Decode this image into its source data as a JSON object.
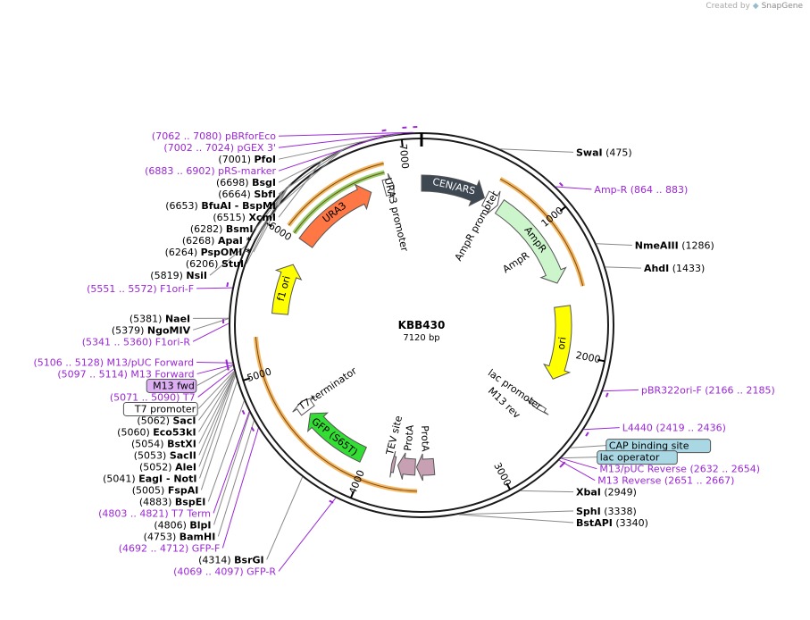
{
  "credit": {
    "prefix": "Created by",
    "brand": "SnapGene"
  },
  "plasmid": {
    "name": "KBB430",
    "size": "7120 bp"
  },
  "colors": {
    "primer": "#9b27d6",
    "ring": "#1a1a1a"
  },
  "ticks": [
    {
      "label": "1000",
      "bp": 1000
    },
    {
      "label": "2000",
      "bp": 2000
    },
    {
      "label": "3000",
      "bp": 3000
    },
    {
      "label": "4000",
      "bp": 4000
    },
    {
      "label": "5000",
      "bp": 5000
    },
    {
      "label": "6000",
      "bp": 6000
    },
    {
      "label": "7000",
      "bp": 7000
    }
  ],
  "features": [
    {
      "name": "CEN/ARS",
      "start": 0,
      "end": 520,
      "color": "#3d4852",
      "text": "#ffffff"
    },
    {
      "name": "AmpR promoter",
      "start": 530,
      "end": 640,
      "color": "#ffffff",
      "text": "#000000"
    },
    {
      "name": "AmpR",
      "start": 660,
      "end": 1440,
      "color": "#ccf5cc",
      "text": "#000000"
    },
    {
      "name": "ori",
      "start": 1630,
      "end": 2220,
      "color": "#ffff00",
      "text": "#000000"
    },
    {
      "name": "lac promoter",
      "start": 2450,
      "end": 2490,
      "color": "#ffffff",
      "text": "#000000"
    },
    {
      "name": "ProtA",
      "start": 3460,
      "end": 3600,
      "color": "#c8a0b4",
      "text": "#000000"
    },
    {
      "name": "ProtA",
      "start": 3610,
      "end": 3750,
      "color": "#c8a0b4",
      "text": "#000000"
    },
    {
      "name": "TEV site",
      "start": 3775,
      "end": 3800,
      "color": "#c8a0b4",
      "text": "#000000"
    },
    {
      "name": "GFP (S65T)",
      "start": 4040,
      "end": 4580,
      "color": "#33dd33",
      "text": "#000000"
    },
    {
      "name": "T7 terminator",
      "start": 4610,
      "end": 4700,
      "color": "#ffffff",
      "text": "#000000"
    },
    {
      "name": "f1 ori",
      "start": 5430,
      "end": 5840,
      "color": "#ffff00",
      "text": "#000000"
    },
    {
      "name": "URA3",
      "start": 6040,
      "end": 6710,
      "color": "#ff7744",
      "text": "#000000"
    },
    {
      "name": "URA3 promoter",
      "start": 6820,
      "end": 6900,
      "color": "#ffffff",
      "text": "#000000"
    }
  ],
  "orfs": [
    {
      "start": 560,
      "end": 1510,
      "color": "#f0a030"
    },
    {
      "start": 3590,
      "end": 5260,
      "color": "#f0a030"
    },
    {
      "start": 6050,
      "end": 6850,
      "color": "#6fbf3a"
    },
    {
      "start": 6070,
      "end": 6860,
      "color": "#f0a030"
    }
  ],
  "labels": [
    {
      "pos": "(7002 .. 7024)",
      "name": "pGEX 3'",
      "kind": "primer",
      "bp": 7010
    },
    {
      "pos": "(7001)",
      "name": "PfoI",
      "kind": "enzyme",
      "bp": 7001
    },
    {
      "pos": "(6883 .. 6902)",
      "name": "pRS-marker",
      "kind": "primer",
      "bp": 6892
    },
    {
      "pos": "(6698)",
      "name": "BsgI",
      "kind": "enzyme",
      "bp": 6698
    },
    {
      "pos": "(6664)",
      "name": "SbfI",
      "kind": "enzyme",
      "bp": 6664
    },
    {
      "pos": "(6653)",
      "name": "BfuAI - BspMI",
      "kind": "enzyme",
      "bp": 6653
    },
    {
      "pos": "(6515)",
      "name": "XcmI",
      "kind": "enzyme",
      "bp": 6515
    },
    {
      "pos": "(6282)",
      "name": "BsmI",
      "kind": "enzyme",
      "bp": 6282
    },
    {
      "pos": "(6268)",
      "name": "ApaI *",
      "kind": "enzyme",
      "bp": 6268
    },
    {
      "pos": "(6264)",
      "name": "PspOMI *",
      "kind": "enzyme",
      "bp": 6264
    },
    {
      "pos": "(6206)",
      "name": "StuI",
      "kind": "enzyme",
      "bp": 6206
    },
    {
      "pos": "(5819)",
      "name": "NsiI",
      "kind": "enzyme",
      "bp": 5819
    },
    {
      "pos": "(5551 .. 5572)",
      "name": "F1ori-F",
      "kind": "primer",
      "bp": 5561
    },
    {
      "pos": "(5381)",
      "name": "NaeI",
      "kind": "enzyme",
      "bp": 5381
    },
    {
      "pos": "(5379)",
      "name": "NgoMIV",
      "kind": "enzyme",
      "bp": 5379
    },
    {
      "pos": "(5341 .. 5360)",
      "name": "F1ori-R",
      "kind": "primer",
      "bp": 5350
    },
    {
      "pos": "(5106 .. 5128)",
      "name": "M13/pUC Forward",
      "kind": "primer",
      "bp": 5117
    },
    {
      "pos": "(5097 .. 5114)",
      "name": "M13 Forward",
      "kind": "primer",
      "bp": 5105
    },
    {
      "pos": "",
      "name": "M13 fwd",
      "kind": "boxpurple",
      "bp": 5100
    },
    {
      "pos": "(5071 .. 5090)",
      "name": "T7",
      "kind": "primer",
      "bp": 5080
    },
    {
      "pos": "",
      "name": "T7 promoter",
      "kind": "boxwhite",
      "bp": 5068
    },
    {
      "pos": "(5062)",
      "name": "SacI",
      "kind": "enzyme",
      "bp": 5062
    },
    {
      "pos": "(5060)",
      "name": "Eco53kI",
      "kind": "enzyme",
      "bp": 5060
    },
    {
      "pos": "(5054)",
      "name": "BstXI",
      "kind": "enzyme",
      "bp": 5054
    },
    {
      "pos": "(5053)",
      "name": "SacII",
      "kind": "enzyme",
      "bp": 5053
    },
    {
      "pos": "(5052)",
      "name": "AleI",
      "kind": "enzyme",
      "bp": 5052
    },
    {
      "pos": "(5041)",
      "name": "EagI - NotI",
      "kind": "enzyme",
      "bp": 5041
    },
    {
      "pos": "(5005)",
      "name": "FspAI",
      "kind": "enzyme",
      "bp": 5005
    },
    {
      "pos": "(4883)",
      "name": "BspEI",
      "kind": "enzyme",
      "bp": 4883
    },
    {
      "pos": "(4803 .. 4821)",
      "name": "T7 Term",
      "kind": "primer",
      "bp": 4812
    },
    {
      "pos": "(4806)",
      "name": "BlpI",
      "kind": "enzyme",
      "bp": 4806
    },
    {
      "pos": "(4753)",
      "name": "BamHI",
      "kind": "enzyme",
      "bp": 4753
    },
    {
      "pos": "(4692 .. 4712)",
      "name": "GFP-F",
      "kind": "primer",
      "bp": 4702
    },
    {
      "pos": "(4314)",
      "name": "BsrGI",
      "kind": "enzyme",
      "bp": 4314
    },
    {
      "pos": "(4069 .. 4097)",
      "name": "GFP-R",
      "kind": "primer",
      "bp": 4083
    },
    {
      "pos": "(3340)",
      "name": "BstAPI",
      "kind": "enzyme",
      "bp": 3340
    },
    {
      "pos": "(3338)",
      "name": "SphI",
      "kind": "enzyme",
      "bp": 3338
    },
    {
      "pos": "(2949)",
      "name": "XbaI",
      "kind": "enzyme",
      "bp": 2949
    },
    {
      "pos": "(2651 .. 2667)",
      "name": "M13 Reverse",
      "kind": "primer",
      "bp": 2659
    },
    {
      "pos": "",
      "name": "lac operator",
      "kind": "boxblue",
      "bp": 2640
    },
    {
      "pos": "(2632 .. 2654)",
      "name": "M13/pUC Reverse",
      "kind": "primer",
      "bp": 2643
    },
    {
      "pos": "",
      "name": "CAP binding site",
      "kind": "boxblue",
      "bp": 2560
    },
    {
      "pos": "(2419 .. 2436)",
      "name": "L4440",
      "kind": "primer",
      "bp": 2427
    },
    {
      "pos": "(2166 .. 2185)",
      "name": "pBR322ori-F",
      "kind": "primer",
      "bp": 2175
    },
    {
      "pos": "(1433)",
      "name": "AhdI",
      "kind": "enzyme",
      "bp": 1433
    },
    {
      "pos": "(1286)",
      "name": "NmeAIII",
      "kind": "enzyme",
      "bp": 1286
    },
    {
      "pos": "(864 .. 883)",
      "name": "Amp-R",
      "kind": "primer",
      "bp": 873
    },
    {
      "pos": "(475)",
      "name": "SwaI",
      "kind": "enzyme",
      "bp": 475
    },
    {
      "pos": "(7062 .. 7080)",
      "name": "pBRforEco",
      "kind": "primer",
      "bp": 7071
    }
  ],
  "inner_labels": [
    {
      "text": "URA3 promoter",
      "bp": 6860
    },
    {
      "text": "AmpR promoter",
      "bp": 580
    },
    {
      "text": "AmpR",
      "bp": 1120
    },
    {
      "text": "lac promoter",
      "bp": 2470
    },
    {
      "text": "M13 rev",
      "bp": 2640
    },
    {
      "text": "ProtA",
      "bp": 3530
    },
    {
      "text": "ProtA",
      "bp": 3680
    },
    {
      "text": "TEV site",
      "bp": 3830
    },
    {
      "text": "T7 terminator",
      "bp": 4660
    }
  ]
}
